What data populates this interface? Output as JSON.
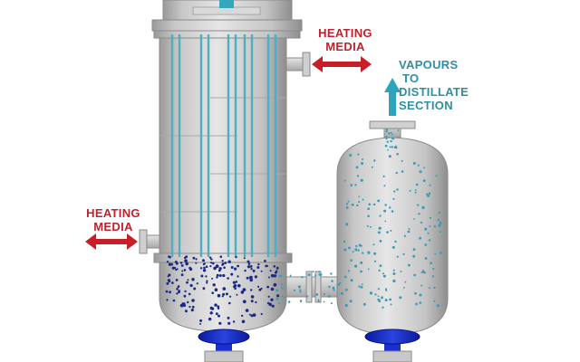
{
  "labels": {
    "heating_media_top": {
      "line1": "HEATING",
      "line2": "MEDIA"
    },
    "heating_media_left": {
      "line1": "HEATING",
      "line2": "MEDIA"
    },
    "vapours": {
      "line1": "VAPOURS",
      "line2": "TO",
      "line3": "DISTILLATE",
      "line4": "SECTION"
    }
  },
  "colors": {
    "heating_label": "#c0222b",
    "vapour_label": "#2f8fa1",
    "heating_arrow": "#c81e28",
    "vapour_arrow": "#2aa5bd",
    "vessel_metal": "#d2d2d2",
    "tube": "#4ab0c6",
    "liquid": "#1428c8",
    "particles_dense": "#1a2a8a",
    "particles_light": "#3a9bb5"
  },
  "icons": {
    "heating_arrow": "double-headed-arrow",
    "vapour_arrow": "up-arrow"
  }
}
